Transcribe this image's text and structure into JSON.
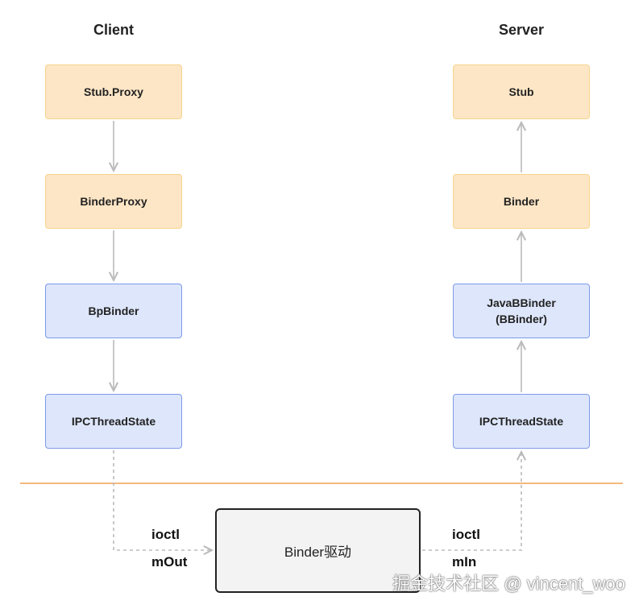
{
  "client": {
    "title": "Client",
    "boxes": [
      "Stub.Proxy",
      "BinderProxy",
      "BpBinder",
      "IPCThreadState"
    ]
  },
  "server": {
    "title": "Server",
    "boxes": [
      "Stub",
      "Binder",
      "JavaBBinder\n(BBinder)",
      "IPCThreadState"
    ]
  },
  "driver": {
    "label": "Binder驱动"
  },
  "left_edge": {
    "top_label": "ioctl",
    "bottom_label": "mOut"
  },
  "right_edge": {
    "top_label": "ioctl",
    "bottom_label": "mIn"
  },
  "watermark": "掘金技术社区 @ vincent_woo",
  "colors": {
    "orange_fill": "#fde6c6",
    "orange_border": "#f7d48c",
    "blue_fill": "#dde6fb",
    "blue_border": "#7d9be8",
    "divider": "#f0a050",
    "arrow": "#bbbbbb"
  }
}
